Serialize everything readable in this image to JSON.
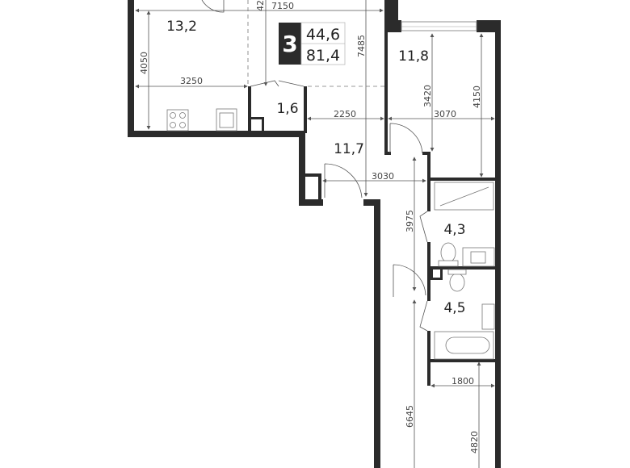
{
  "plan": {
    "rooms_count": "3",
    "living_area": "44,6",
    "total_area": "81,4",
    "rooms": [
      {
        "label": "13,2"
      },
      {
        "label": "1,6"
      },
      {
        "label": "11,7"
      },
      {
        "label": "11,8"
      },
      {
        "label": "4,3"
      },
      {
        "label": "4,5"
      }
    ],
    "dimensions": [
      "7150",
      "3250",
      "4050",
      "42",
      "7485",
      "2250",
      "3030",
      "3070",
      "3420",
      "4150",
      "3975",
      "6645",
      "1800",
      "4820"
    ],
    "colors": {
      "wall": "#2b2b2b",
      "dimension_line": "#555555"
    }
  }
}
